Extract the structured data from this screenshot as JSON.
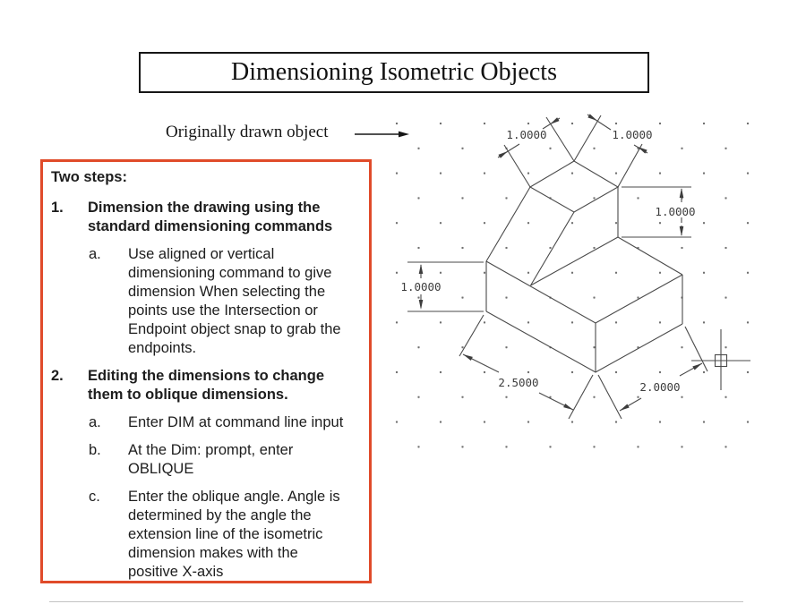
{
  "title": "Dimensioning Isometric Objects",
  "caption": {
    "label": "Originally drawn object"
  },
  "steps_panel": {
    "heading": "Two steps:",
    "items": [
      {
        "num": "1.",
        "lines": [
          "Dimension the drawing using the",
          "standard dimensioning commands"
        ],
        "subs": [
          {
            "label": "a.",
            "lines": [
              "Use aligned or vertical",
              "dimensioning command to give",
              "dimension When selecting the",
              "points use the Intersection or",
              "Endpoint object snap to grab the",
              "endpoints."
            ]
          }
        ]
      },
      {
        "num": "2.",
        "lines": [
          "Editing the dimensions to change",
          "them to oblique dimensions."
        ],
        "subs": [
          {
            "label": "a.",
            "lines": [
              "Enter DIM at command line input"
            ]
          },
          {
            "label": "b.",
            "lines": [
              "At the Dim: prompt, enter",
              "OBLIQUE"
            ]
          },
          {
            "label": "c.",
            "lines": [
              "Enter the oblique angle. Angle is",
              "determined by the angle the",
              "extension line of the isometric",
              "dimension makes with the",
              "positive X-axis"
            ]
          }
        ]
      }
    ]
  },
  "drawing": {
    "dim_top_left": "1.0000",
    "dim_top_right": "1.0000",
    "dim_right": "1.0000",
    "dim_left": "1.0000",
    "dim_bottom_left": "2.5000",
    "dim_bottom_right": "2.0000"
  },
  "colors": {
    "panel_border": "#e04b2a",
    "cad_line": "#4a4a4a",
    "grid_dot": "#707070"
  }
}
